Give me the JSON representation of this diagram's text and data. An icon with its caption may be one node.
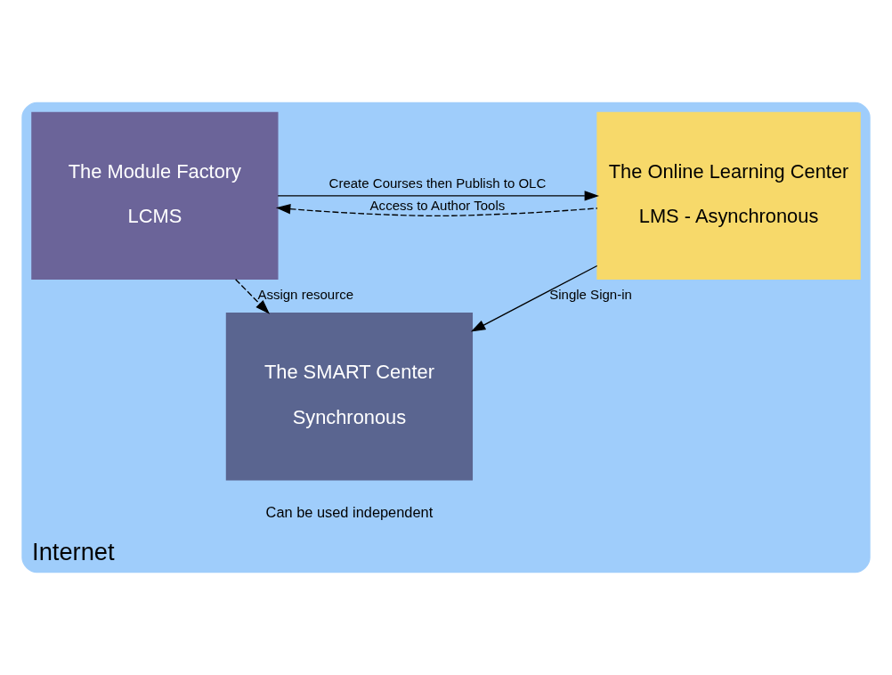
{
  "diagram": {
    "nodes": [
      {
        "text": [
          "Internet"
        ]
      },
      {
        "text": [
          "The Module Factory",
          "LCMS"
        ],
        "in": 0
      },
      {
        "text": [
          "The Online Learning Center",
          "LMS - Asynchronous"
        ],
        "in": 0
      },
      {
        "text": [
          "The SMART Center",
          "Synchronous"
        ],
        "in": 0,
        "beside": [
          "Can be used independent"
        ]
      }
    ],
    "edges": [
      {
        "from": 1,
        "to": 2,
        "arrow": "to",
        "label": "Create Courses then Publish to OLC"
      },
      {
        "from": 2,
        "to": 1,
        "arrow": "to",
        "label": "Access to Author Tools",
        "style": "dashed"
      },
      {
        "from": 2,
        "to": 3,
        "arrow": "to",
        "label": "Single Sign-in"
      },
      {
        "from": 1,
        "to": 3,
        "arrow": "to",
        "label": "Assign resource",
        "style": "dashed"
      }
    ]
  }
}
